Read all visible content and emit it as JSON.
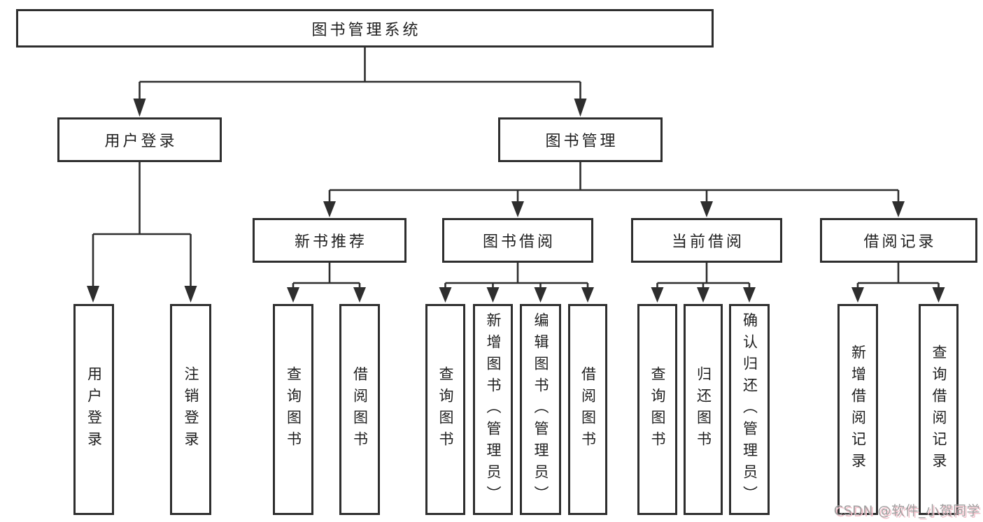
{
  "diagram": {
    "title": "图书管理系统",
    "tree": {
      "label": "图书管理系统",
      "children": [
        {
          "label": "用户登录",
          "children": [
            {
              "label": "用户登录"
            },
            {
              "label": "注销登录"
            }
          ]
        },
        {
          "label": "图书管理",
          "children": [
            {
              "label": "新书推荐",
              "children": [
                {
                  "label": "查询图书"
                },
                {
                  "label": "借阅图书"
                }
              ]
            },
            {
              "label": "图书借阅",
              "children": [
                {
                  "label": "查询图书"
                },
                {
                  "label": "新增图书（管理员）"
                },
                {
                  "label": "编辑图书（管理员）"
                },
                {
                  "label": "借阅图书"
                }
              ]
            },
            {
              "label": "当前借阅",
              "children": [
                {
                  "label": "查询图书"
                },
                {
                  "label": "归还图书"
                },
                {
                  "label": "确认归还（管理员）"
                }
              ]
            },
            {
              "label": "借阅记录",
              "children": [
                {
                  "label": "新增借阅记录"
                },
                {
                  "label": "查询借阅记录"
                }
              ]
            }
          ]
        }
      ]
    },
    "colors": {
      "line": "#2e2e2e",
      "box_border": "#2e2e2e",
      "text": "#1f1f1f",
      "background": "#ffffff",
      "watermark_text": "#a0a0a0",
      "watermark_shadow": "#f3c1cb"
    },
    "watermark": {
      "text": "CSDN @软件_小贺同学"
    }
  }
}
